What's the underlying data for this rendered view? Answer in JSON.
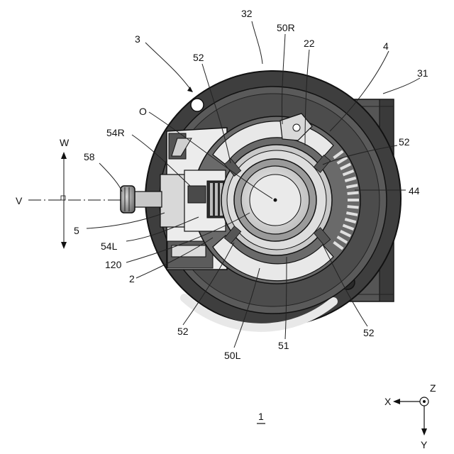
{
  "figure_number": "1",
  "labels": {
    "l3": "3",
    "l32": "32",
    "l50R": "50R",
    "l22": "22",
    "l4": "4",
    "l31": "31",
    "l52a": "52",
    "l52b": "52",
    "l52c": "52",
    "l52d": "52",
    "lO": "O",
    "l54R": "54R",
    "l58": "58",
    "lW": "W",
    "lV": "V",
    "l5": "5",
    "l54L": "54L",
    "l120": "120",
    "l2": "2",
    "l44": "44",
    "l50L": "50L",
    "l51": "51"
  },
  "axes": {
    "x": "X",
    "y": "Y",
    "z": "Z"
  },
  "colors": {
    "body_dark": "#4a4a4a",
    "plate_dark": "#3c3c3c",
    "face_light": "#e4e4e4",
    "face_mid": "#a8a8a8",
    "line": "#111111"
  }
}
